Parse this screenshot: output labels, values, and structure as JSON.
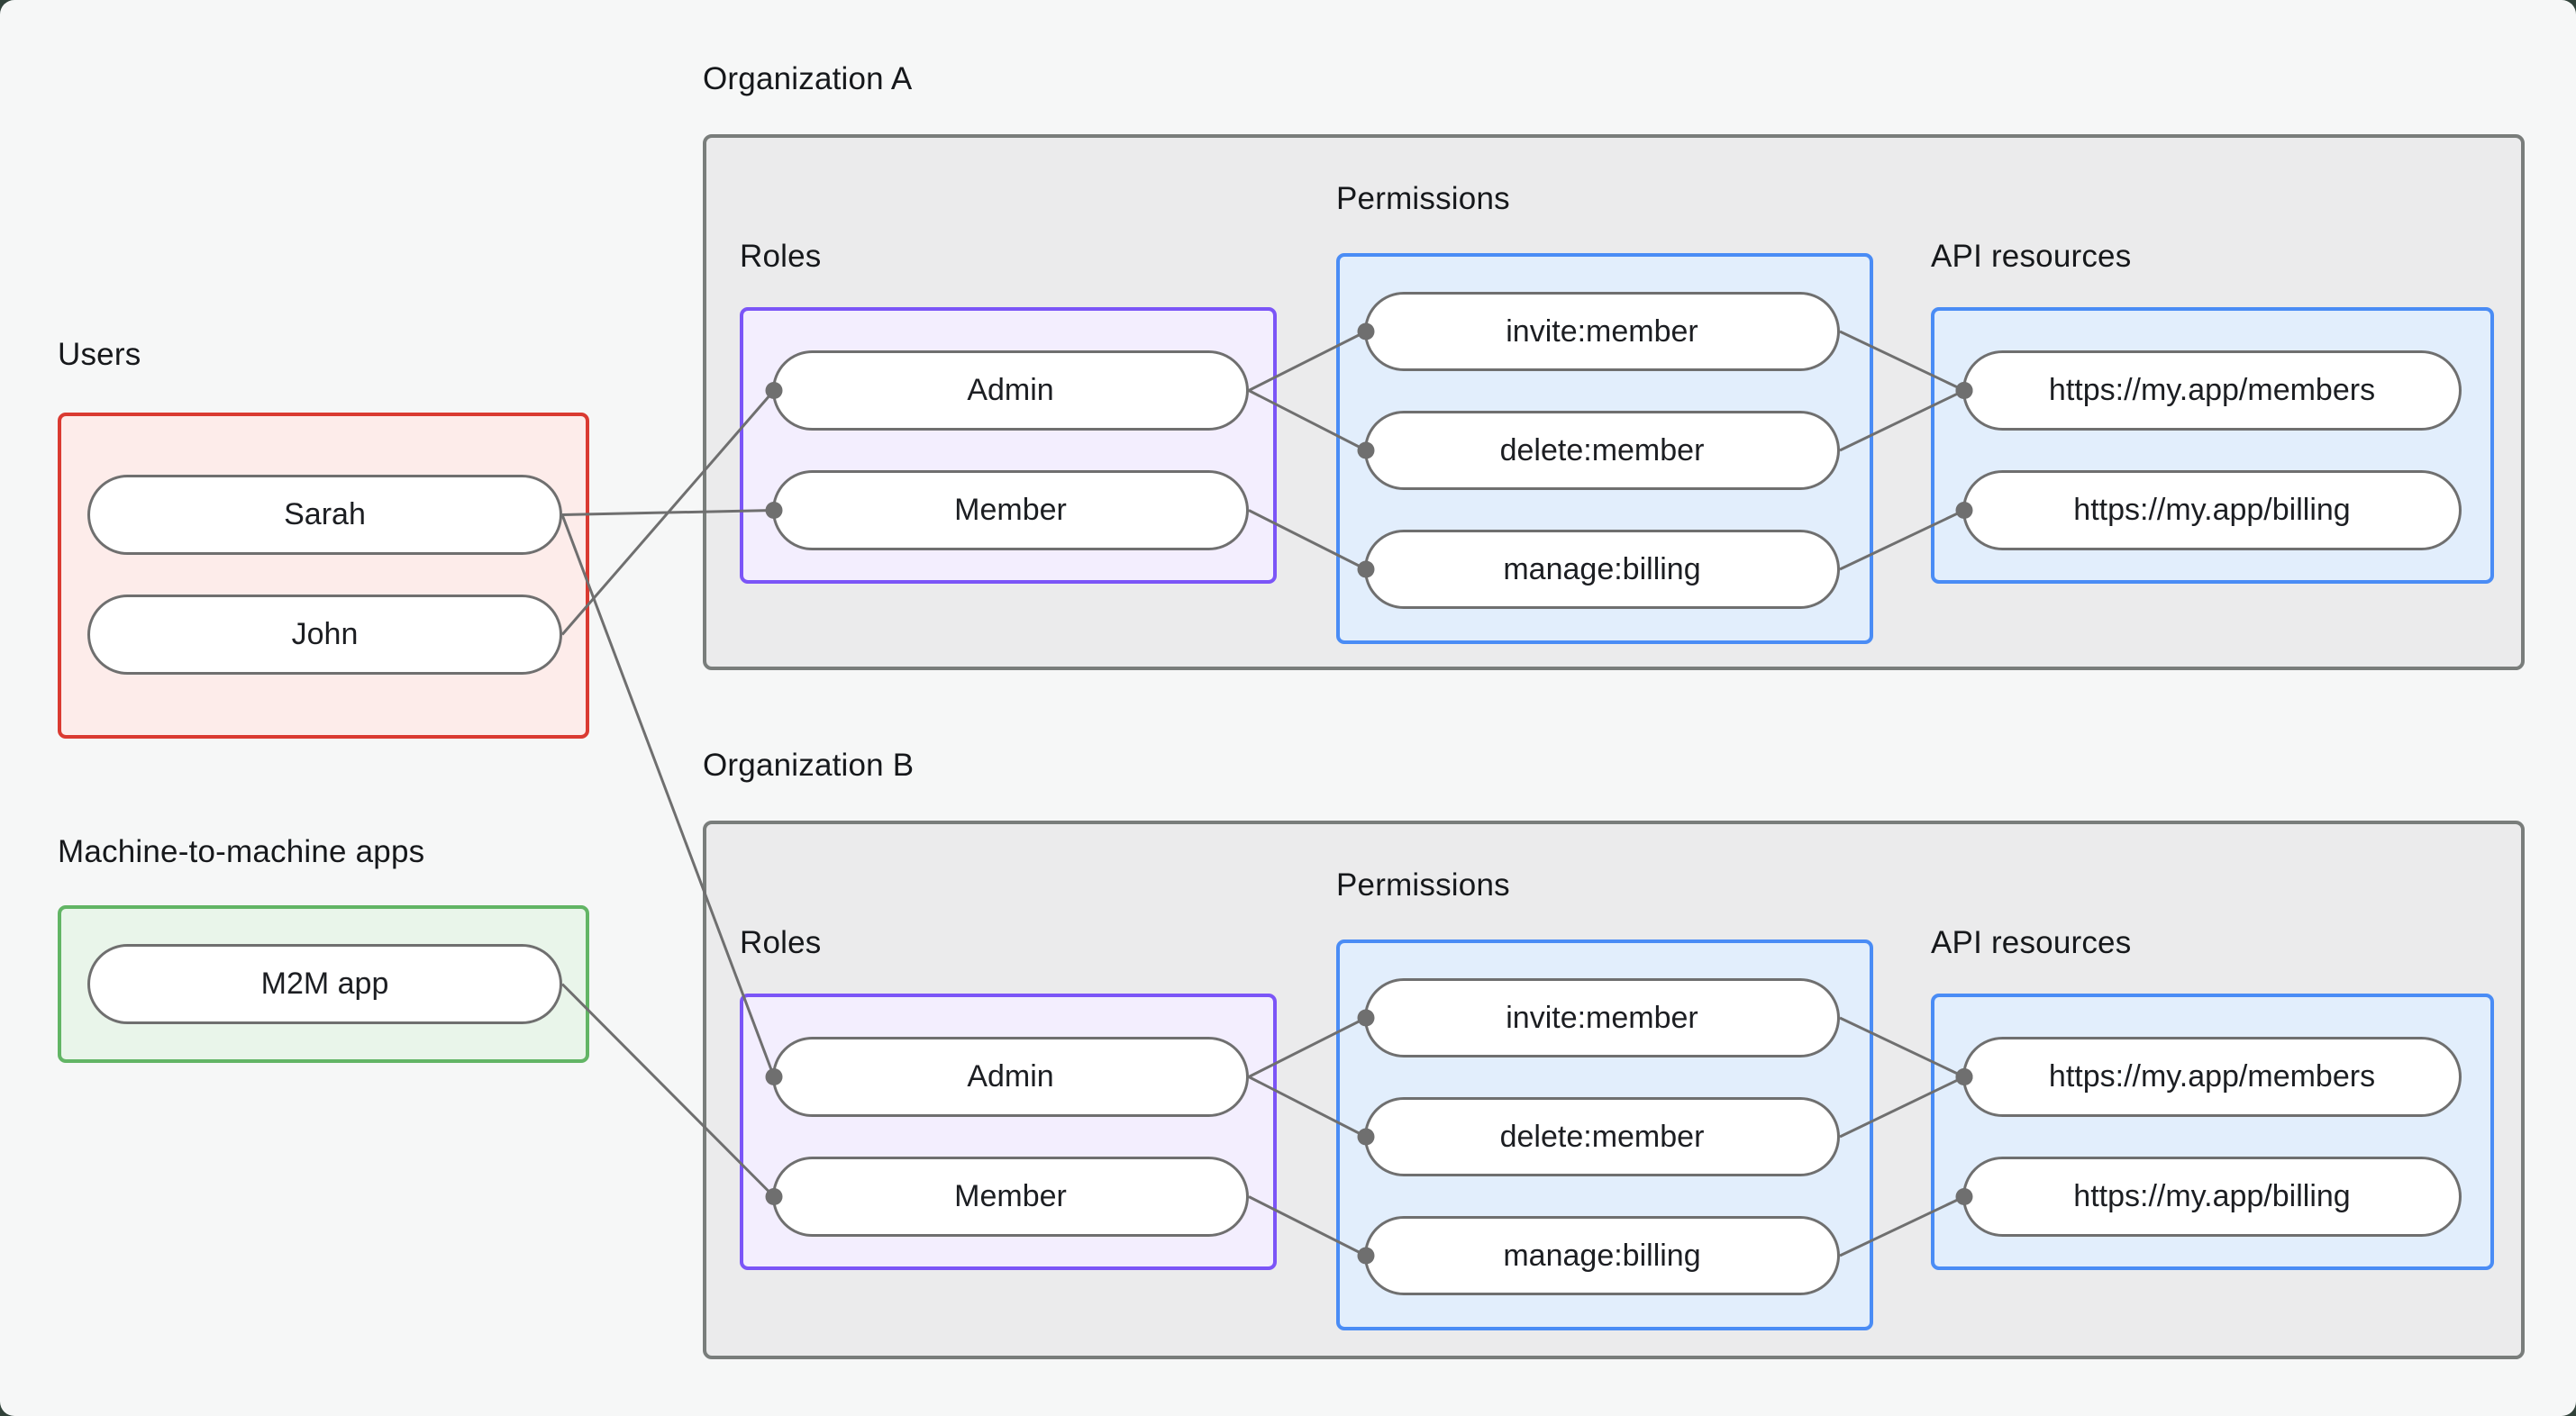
{
  "users": {
    "label": "Users",
    "items": [
      {
        "id": "sarah",
        "label": "Sarah"
      },
      {
        "id": "john",
        "label": "John"
      }
    ]
  },
  "m2m": {
    "label": "Machine-to-machine apps",
    "items": [
      {
        "id": "m2m",
        "label": "M2M app"
      }
    ]
  },
  "orgs": [
    {
      "title": "Organization A",
      "roles": {
        "label": "Roles",
        "items": [
          {
            "id": "orgA-admin",
            "label": "Admin"
          },
          {
            "id": "orgA-member",
            "label": "Member"
          }
        ]
      },
      "permissions": {
        "label": "Permissions",
        "items": [
          {
            "id": "orgA-invite",
            "label": "invite:member"
          },
          {
            "id": "orgA-delete",
            "label": "delete:member"
          },
          {
            "id": "orgA-manage",
            "label": "manage:billing"
          }
        ]
      },
      "resources": {
        "label": "API resources",
        "items": [
          {
            "id": "orgA-members",
            "label": "https://my.app/members"
          },
          {
            "id": "orgA-billing",
            "label": "https://my.app/billing"
          }
        ]
      }
    },
    {
      "title": "Organization B",
      "roles": {
        "label": "Roles",
        "items": [
          {
            "id": "orgB-admin",
            "label": "Admin"
          },
          {
            "id": "orgB-member",
            "label": "Member"
          }
        ]
      },
      "permissions": {
        "label": "Permissions",
        "items": [
          {
            "id": "orgB-invite",
            "label": "invite:member"
          },
          {
            "id": "orgB-delete",
            "label": "delete:member"
          },
          {
            "id": "orgB-manage",
            "label": "manage:billing"
          }
        ]
      },
      "resources": {
        "label": "API resources",
        "items": [
          {
            "id": "orgB-members",
            "label": "https://my.app/members"
          },
          {
            "id": "orgB-billing",
            "label": "https://my.app/billing"
          }
        ]
      }
    }
  ],
  "edges": [
    {
      "from": "sarah",
      "to": "orgA-member"
    },
    {
      "from": "john",
      "to": "orgA-admin"
    },
    {
      "from": "sarah",
      "to": "orgB-admin"
    },
    {
      "from": "m2m",
      "to": "orgB-member"
    },
    {
      "from": "orgA-admin",
      "to": "orgA-invite"
    },
    {
      "from": "orgA-admin",
      "to": "orgA-delete"
    },
    {
      "from": "orgA-member",
      "to": "orgA-manage"
    },
    {
      "from": "orgA-invite",
      "to": "orgA-members"
    },
    {
      "from": "orgA-delete",
      "to": "orgA-members"
    },
    {
      "from": "orgA-manage",
      "to": "orgA-billing"
    },
    {
      "from": "orgB-admin",
      "to": "orgB-invite"
    },
    {
      "from": "orgB-admin",
      "to": "orgB-delete"
    },
    {
      "from": "orgB-member",
      "to": "orgB-manage"
    },
    {
      "from": "orgB-invite",
      "to": "orgB-members"
    },
    {
      "from": "orgB-delete",
      "to": "orgB-members"
    },
    {
      "from": "orgB-manage",
      "to": "orgB-billing"
    }
  ],
  "colors": {
    "users_border": "#da3a31",
    "m2m_border": "#62b565",
    "roles_border": "#7b55f7",
    "permissions_border": "#4a8cf5",
    "resources_border": "#4a8cf5",
    "org_border": "#797d7b",
    "connector": "#6f6f6f",
    "page_background": "#f6f7f7"
  }
}
